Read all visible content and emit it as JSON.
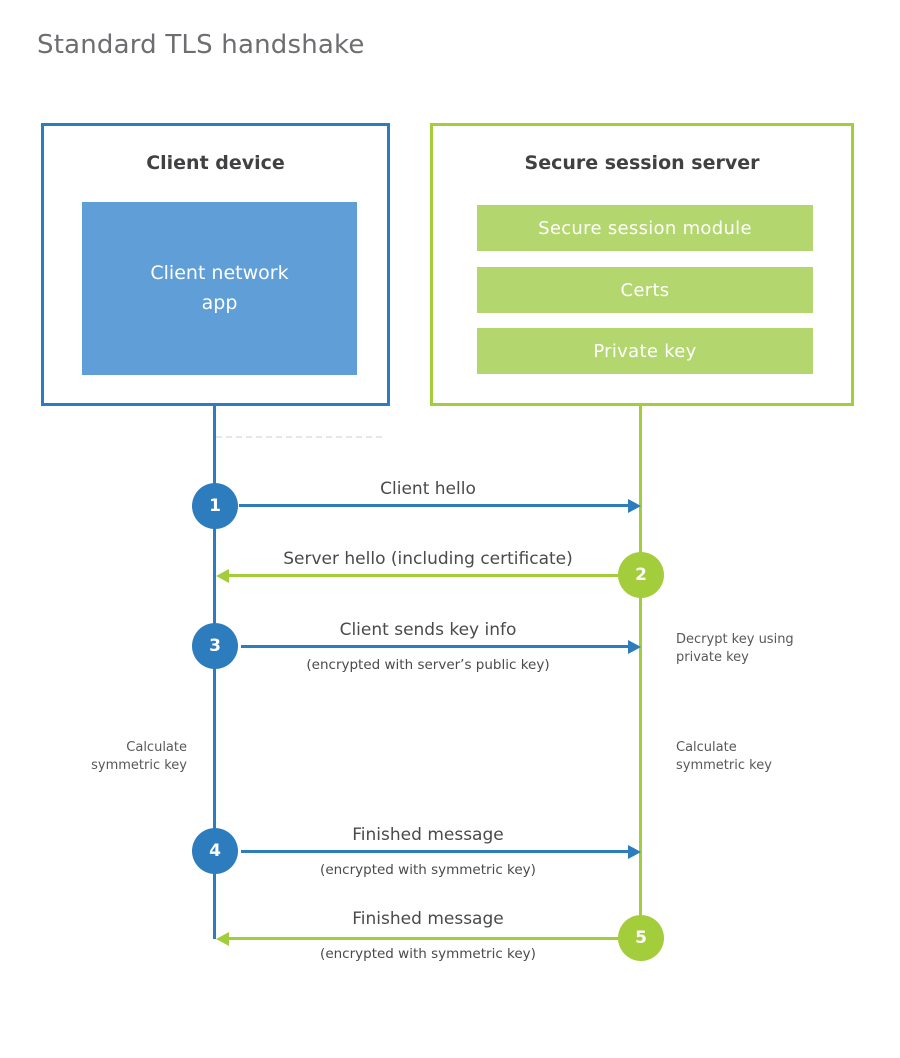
{
  "title": "Standard TLS handshake",
  "colors": {
    "blue_stroke": "#2d7cbe",
    "blue_fill": "#5f9ed6",
    "green_stroke": "#a4cd3c",
    "green_fill": "#b3d76e",
    "heading_text": "#414042",
    "label_text": "#4a4a4c"
  },
  "client_box": {
    "title": "Client device",
    "app_label": "Client network app"
  },
  "server_box": {
    "title": "Secure session server",
    "modules": [
      "Secure session module",
      "Certs",
      "Private key"
    ]
  },
  "steps": [
    {
      "number": "1",
      "direction": "right",
      "label": "Client hello",
      "sublabel": ""
    },
    {
      "number": "2",
      "direction": "left",
      "label": "Server hello (including certificate)",
      "sublabel": ""
    },
    {
      "number": "3",
      "direction": "right",
      "label": "Client sends key info",
      "sublabel": "(encrypted with server’s public key)"
    },
    {
      "number": "4",
      "direction": "right",
      "label": "Finished message",
      "sublabel": "(encrypted with symmetric key)"
    },
    {
      "number": "5",
      "direction": "left",
      "label": "Finished message",
      "sublabel": "(encrypted with symmetric key)"
    }
  ],
  "annotations": {
    "decrypt": "Decrypt key using private key",
    "calculate_left": "Calculate symmetric key",
    "calculate_right": "Calculate symmetric key"
  }
}
